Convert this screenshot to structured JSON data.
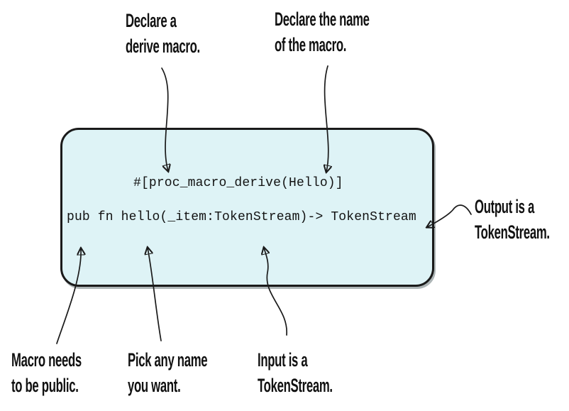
{
  "figure": {
    "description": "Annotated Rust procedural derive macro code diagram",
    "code": {
      "line1": "#[proc_macro_derive(Hello)]",
      "line2": "pub fn hello(_item:TokenStream)-> TokenStream"
    },
    "annotations": {
      "declare_derive": {
        "lines": [
          "Declare a",
          "derive macro."
        ]
      },
      "declare_name": {
        "lines": [
          "Declare the name",
          "of the macro."
        ]
      },
      "output": {
        "lines": [
          "Output is a",
          "TokenStream."
        ]
      },
      "macro_public": {
        "lines": [
          "Macro needs",
          "to be public."
        ]
      },
      "pick_name": {
        "lines": [
          "Pick any name",
          "you want."
        ]
      },
      "input": {
        "lines": [
          "Input is a",
          "TokenStream."
        ]
      }
    },
    "colors": {
      "box_fill": "#def3f6",
      "box_border": "#1a1a1a",
      "arrow": "#1a1a1a",
      "text": "#111111",
      "background": "#ffffff"
    }
  }
}
